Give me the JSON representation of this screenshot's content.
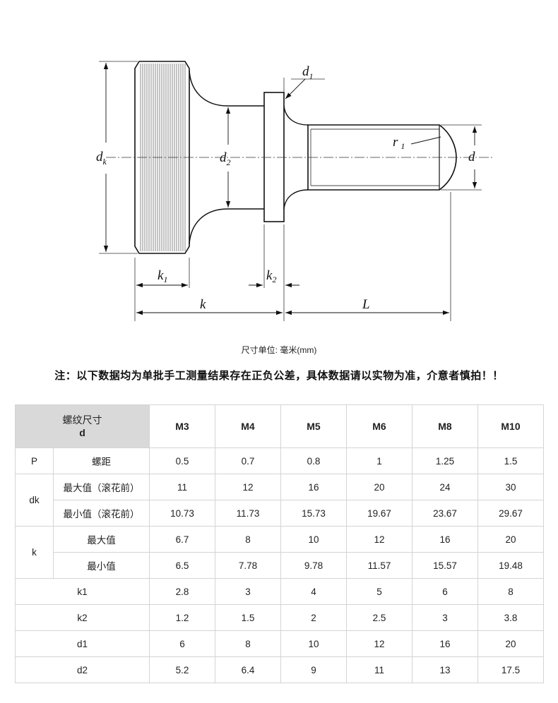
{
  "drawing": {
    "labels": {
      "dk": "d",
      "dk_sub": "k",
      "d1": "d",
      "d1_sub": "1",
      "d2": "d",
      "d2_sub": "2",
      "d": "d",
      "r1": "r",
      "r1_sub": "1",
      "k1": "k",
      "k1_sub": "1",
      "k2": "k",
      "k2_sub": "2",
      "k": "k",
      "L": "L"
    }
  },
  "unit_note": "尺寸单位: 毫米(mm)",
  "notice": "注：以下数据均为单批手工测量结果存在正负公差，具体数据请以实物为准，介意者慎拍！！",
  "table": {
    "corner_title": "螺纹尺寸",
    "corner_symbol": "d",
    "sizes": [
      "M3",
      "M4",
      "M5",
      "M6",
      "M8",
      "M10"
    ],
    "rows": [
      {
        "group": "P",
        "label": "螺距",
        "values": [
          "0.5",
          "0.7",
          "0.8",
          "1",
          "1.25",
          "1.5"
        ]
      },
      {
        "group": "dk",
        "label": "最大值（滚花前）",
        "values": [
          "11",
          "12",
          "16",
          "20",
          "24",
          "30"
        ]
      },
      {
        "group": "dk",
        "label": "最小值（滚花前）",
        "values": [
          "10.73",
          "11.73",
          "15.73",
          "19.67",
          "23.67",
          "29.67"
        ]
      },
      {
        "group": "k",
        "label": "最大值",
        "values": [
          "6.7",
          "8",
          "10",
          "12",
          "16",
          "20"
        ]
      },
      {
        "group": "k",
        "label": "最小值",
        "values": [
          "6.5",
          "7.78",
          "9.78",
          "11.57",
          "15.57",
          "19.48"
        ]
      },
      {
        "group": "",
        "label": "k1",
        "values": [
          "2.8",
          "3",
          "4",
          "5",
          "6",
          "8"
        ]
      },
      {
        "group": "",
        "label": "k2",
        "values": [
          "1.2",
          "1.5",
          "2",
          "2.5",
          "3",
          "3.8"
        ]
      },
      {
        "group": "",
        "label": "d1",
        "values": [
          "6",
          "8",
          "10",
          "12",
          "16",
          "20"
        ]
      },
      {
        "group": "",
        "label": "d2",
        "values": [
          "5.2",
          "6.4",
          "9",
          "11",
          "13",
          "17.5"
        ]
      }
    ]
  }
}
